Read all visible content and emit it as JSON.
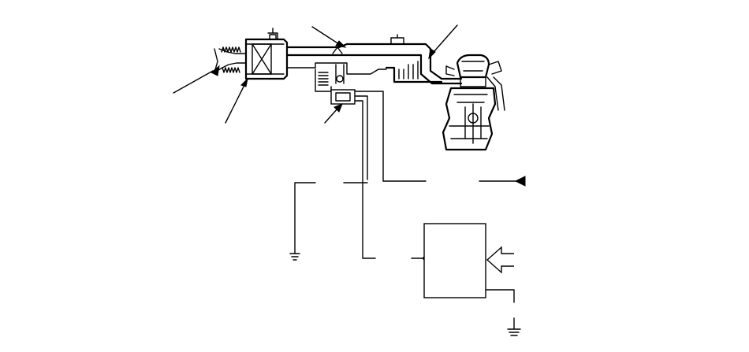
{
  "figure": {
    "labels": [],
    "colors": {
      "line": "#000000",
      "background": "#ffffff"
    },
    "components": [
      "intake-duct",
      "air-cleaner",
      "intake-tube",
      "resonator",
      "solenoid-valve-assembly",
      "throttle-body",
      "engine",
      "control-unit",
      "ground-symbol",
      "signal-input-arrow"
    ]
  }
}
